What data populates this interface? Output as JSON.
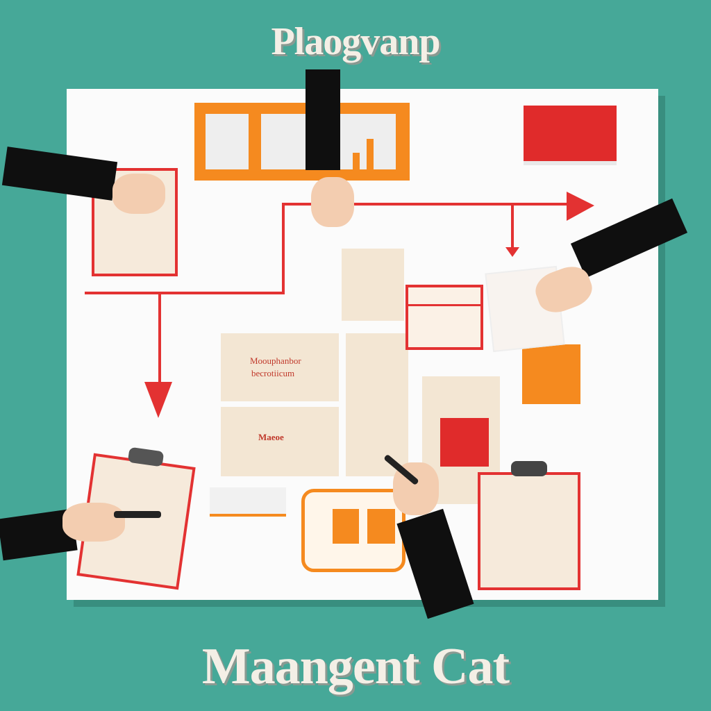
{
  "title_top": "Plaogvanp",
  "title_bottom": "Maangent Cat",
  "board": {
    "block_text_1": "Moouphanbor",
    "block_text_2": "becrotiicum",
    "block_text_3": "Maeoe"
  },
  "colors": {
    "background": "#46a898",
    "board": "#fbfbfb",
    "accent_red": "#e02b2b",
    "accent_orange": "#f58a1f",
    "beige": "#f3e6d3",
    "sleeve": "#0f0f0f",
    "skin": "#f3cdb0"
  },
  "icons": [
    "hand-icon",
    "pen-icon",
    "clipboard-icon",
    "arrow-icon",
    "chart-icon"
  ]
}
